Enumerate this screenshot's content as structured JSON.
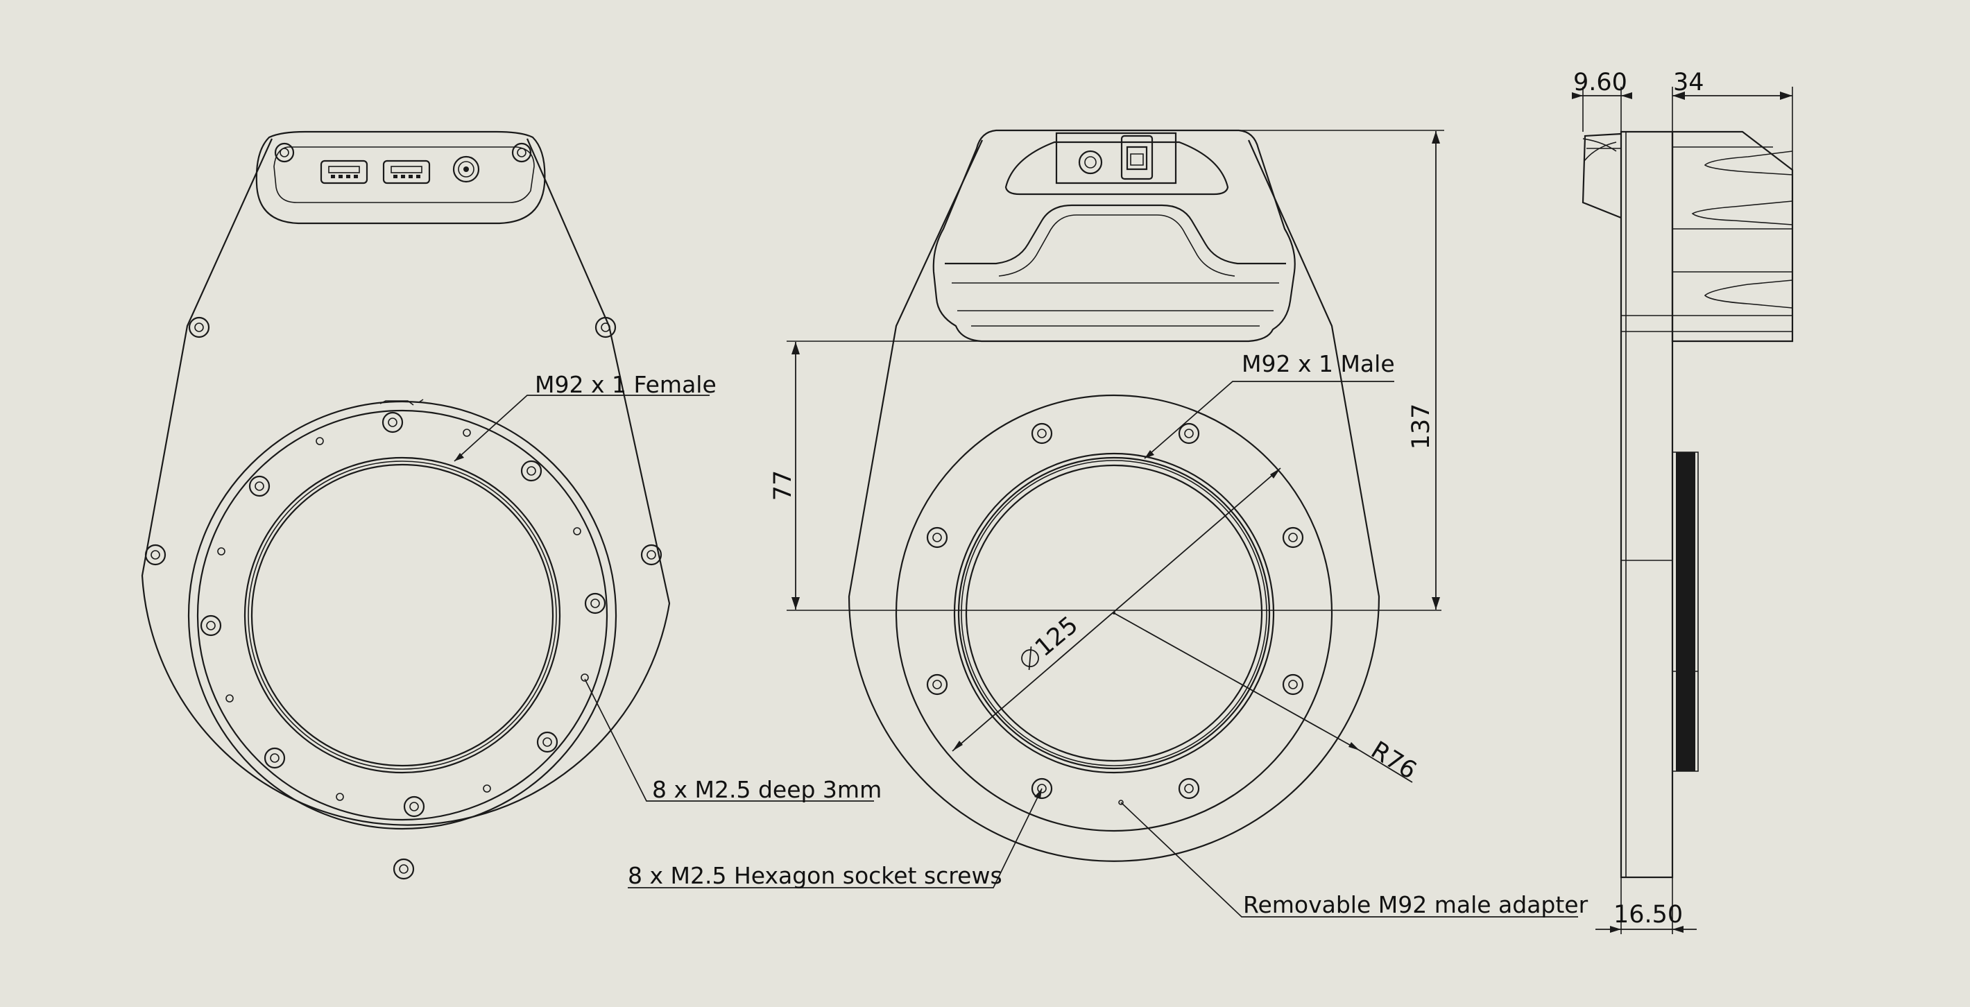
{
  "front_view": {
    "labels": {
      "thread_female": "M92 x 1 Female",
      "tapped_holes": "8 x M2.5 deep 3mm",
      "screws": "8 x M2.5 Hexagon socket screws"
    }
  },
  "rear_view": {
    "labels": {
      "thread_male": "M92 x 1 Male",
      "adapter": "Removable M92 male adapter"
    },
    "dimensions": {
      "height_total": "137",
      "height_center": "77",
      "diameter": "125",
      "radius": "R76"
    }
  },
  "side_view": {
    "dimensions": {
      "flange": "9.60",
      "depth": "34",
      "base": "16.50"
    }
  }
}
